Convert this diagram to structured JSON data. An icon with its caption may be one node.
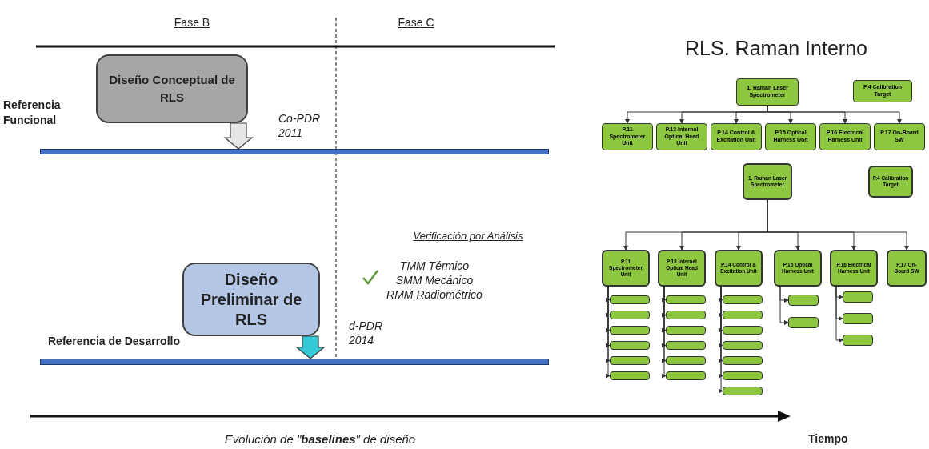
{
  "diagram": {
    "title": "RLS. Raman Interno",
    "nodes": [
      {
        "text": [
          "Diseño Conceptual de RLS"
        ]
      },
      {
        "text": [],
        "shape": "bar"
      },
      {
        "text": [
          "Diseño Preliminar de RLS"
        ]
      },
      {
        "text": [],
        "shape": "bar"
      },
      {
        "text": [
          "1. Raman Laser Spectrometer"
        ]
      },
      {
        "text": [
          "P.4 Calibration Target"
        ]
      },
      {
        "text": [
          "P.11 Spectrometer Unit"
        ]
      },
      {
        "text": [
          "P.13 Internal Optical Head Unit"
        ]
      },
      {
        "text": [
          "P.14 Control & Excitation Unit"
        ]
      },
      {
        "text": [
          "P.15 Optical Harness Unit"
        ]
      },
      {
        "text": [
          "P.16 Electrical Harness Unit"
        ]
      },
      {
        "text": [
          "P.17 On-Board SW"
        ]
      },
      {
        "text": [
          "1. Raman Laser Spectrometer"
        ]
      },
      {
        "text": [
          "P.4 Calibration Target"
        ]
      },
      {
        "text": [
          "P.11 Spectrometer Unit"
        ]
      },
      {
        "text": [
          "P.13 Internal Optical Head Unit"
        ]
      },
      {
        "text": [
          "P.14 Control & Excitation Unit"
        ]
      },
      {
        "text": [
          "P.15 Optical Harness Unit"
        ]
      },
      {
        "text": [
          "P.16 Electrical Harness Unit"
        ]
      },
      {
        "text": [
          "P.17 On-Board SW"
        ]
      },
      {
        "text": [],
        "shape": "box"
      },
      {
        "text": [],
        "shape": "box"
      },
      {
        "text": [],
        "shape": "box"
      },
      {
        "text": [],
        "shape": "box"
      },
      {
        "text": [],
        "shape": "box"
      },
      {
        "text": [],
        "shape": "box"
      },
      {
        "text": [],
        "shape": "box"
      },
      {
        "text": [],
        "shape": "box"
      },
      {
        "text": [],
        "shape": "box"
      },
      {
        "text": [],
        "shape": "box"
      },
      {
        "text": [],
        "shape": "box"
      },
      {
        "text": [],
        "shape": "box"
      },
      {
        "text": [],
        "shape": "box"
      },
      {
        "text": [],
        "shape": "box"
      },
      {
        "text": [],
        "shape": "box"
      },
      {
        "text": [],
        "shape": "box"
      },
      {
        "text": [],
        "shape": "box"
      },
      {
        "text": [],
        "shape": "box"
      },
      {
        "text": [],
        "shape": "box"
      },
      {
        "text": [],
        "shape": "box"
      },
      {
        "text": [],
        "shape": "box"
      },
      {
        "text": [],
        "shape": "box"
      },
      {
        "text": [],
        "shape": "box"
      },
      {
        "text": [],
        "shape": "box"
      }
    ],
    "edges": [
      {
        "from": 0,
        "to": 1,
        "arrow": "to",
        "style": "thick",
        "color": "#e6e6e6"
      },
      {
        "from": 2,
        "to": 3,
        "arrow": "to",
        "style": "thick",
        "color": "#33c9d6"
      },
      {
        "from": 4,
        "to": 6,
        "arrow": "to"
      },
      {
        "from": 4,
        "to": 7,
        "arrow": "to"
      },
      {
        "from": 4,
        "to": 8,
        "arrow": "to"
      },
      {
        "from": 4,
        "to": 9,
        "arrow": "to"
      },
      {
        "from": 4,
        "to": 10,
        "arrow": "to"
      },
      {
        "from": 4,
        "to": 11,
        "arrow": "to"
      },
      {
        "from": 12,
        "to": 14,
        "arrow": "to"
      },
      {
        "from": 12,
        "to": 15,
        "arrow": "to"
      },
      {
        "from": 12,
        "to": 16,
        "arrow": "to"
      },
      {
        "from": 12,
        "to": 17,
        "arrow": "to"
      },
      {
        "from": 12,
        "to": 18,
        "arrow": "to"
      },
      {
        "from": 12,
        "to": 19,
        "arrow": "to"
      },
      {
        "from": 14,
        "to": 20,
        "arrow": "to"
      },
      {
        "from": 14,
        "to": 21,
        "arrow": "to"
      },
      {
        "from": 14,
        "to": 22,
        "arrow": "to"
      },
      {
        "from": 14,
        "to": 23,
        "arrow": "to"
      },
      {
        "from": 14,
        "to": 24,
        "arrow": "to"
      },
      {
        "from": 14,
        "to": 25,
        "arrow": "to"
      },
      {
        "from": 15,
        "to": 26,
        "arrow": "to"
      },
      {
        "from": 15,
        "to": 27,
        "arrow": "to"
      },
      {
        "from": 15,
        "to": 28,
        "arrow": "to"
      },
      {
        "from": 15,
        "to": 29,
        "arrow": "to"
      },
      {
        "from": 15,
        "to": 30,
        "arrow": "to"
      },
      {
        "from": 15,
        "to": 31,
        "arrow": "to"
      },
      {
        "from": 16,
        "to": 32,
        "arrow": "to"
      },
      {
        "from": 16,
        "to": 33,
        "arrow": "to"
      },
      {
        "from": 16,
        "to": 34,
        "arrow": "to"
      },
      {
        "from": 16,
        "to": 35,
        "arrow": "to"
      },
      {
        "from": 16,
        "to": 36,
        "arrow": "to"
      },
      {
        "from": 16,
        "to": 37,
        "arrow": "to"
      },
      {
        "from": 16,
        "to": 38,
        "arrow": "to"
      },
      {
        "from": 17,
        "to": 39,
        "arrow": "to"
      },
      {
        "from": 17,
        "to": 40,
        "arrow": "to"
      },
      {
        "from": 18,
        "to": 41,
        "arrow": "to"
      },
      {
        "from": 18,
        "to": 42,
        "arrow": "to"
      },
      {
        "from": 18,
        "to": 43,
        "arrow": "to"
      }
    ],
    "labels": [
      "Fase B",
      "Fase C",
      "Referencia Funcional",
      "Co-PDR 2011",
      "Verificación por Análisis",
      "TMM Térmico",
      "SMM Mecánico",
      "RMM Radiométrico",
      "Referencia de Desarrollo",
      "d-PDR 2014",
      "Evolución de \"**baselines**\" de diseño",
      "Tiempo"
    ]
  }
}
